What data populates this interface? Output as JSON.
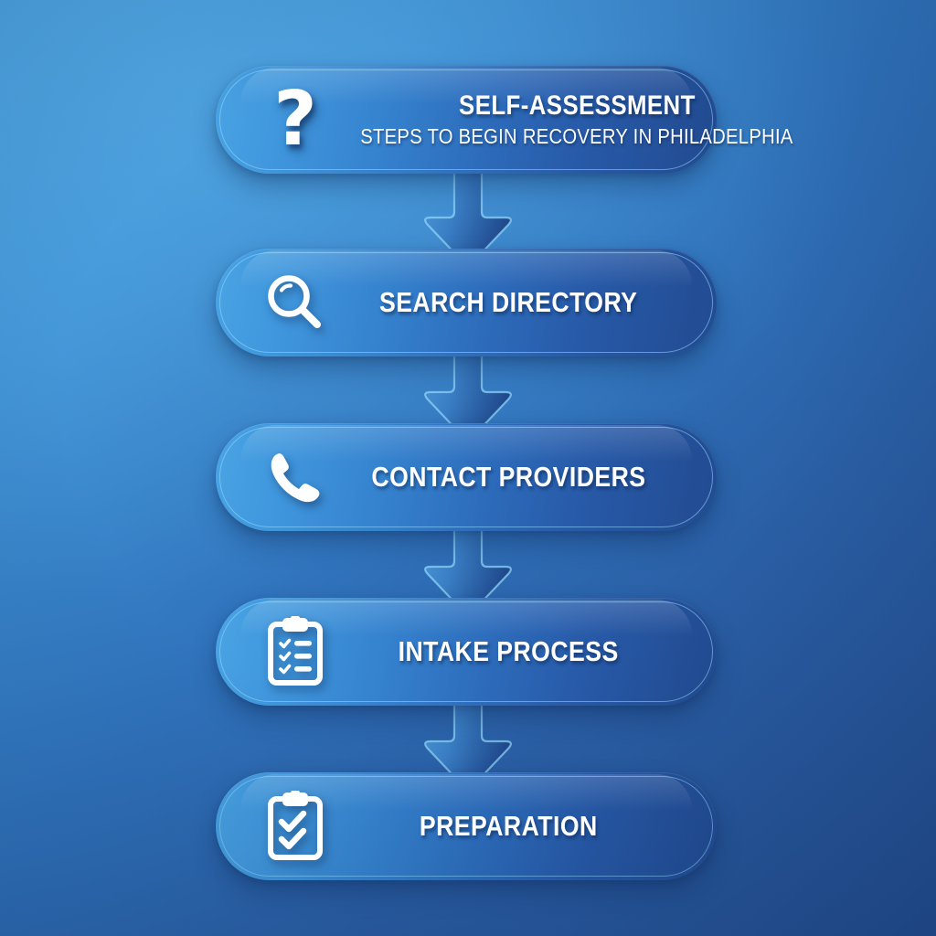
{
  "theme": {
    "background_top_left": "#46A0E0",
    "background_bottom_right": "#234C8E",
    "pill_light": "#49A4E4",
    "pill_dark": "#224B91",
    "outline": "#96DCFF",
    "text": "#FFFFFF"
  },
  "diagram": {
    "type": "vertical-flowchart",
    "orientation": "top-to-bottom",
    "step_count": 5,
    "connector": "down-arrow",
    "connector_count": 4
  },
  "steps": [
    {
      "index": 1,
      "icon": "question-mark-icon",
      "title": "SELF-ASSESSMENT",
      "subtitle": "STEPS TO BEGIN RECOVERY IN PHILADELPHIA"
    },
    {
      "index": 2,
      "icon": "magnifying-glass-icon",
      "title": "SEARCH DIRECTORY",
      "subtitle": ""
    },
    {
      "index": 3,
      "icon": "phone-handset-icon",
      "title": "CONTACT PROVIDERS",
      "subtitle": ""
    },
    {
      "index": 4,
      "icon": "clipboard-list-icon",
      "title": "INTAKE PROCESS",
      "subtitle": ""
    },
    {
      "index": 5,
      "icon": "clipboard-check-icon",
      "title": "PREPARATION",
      "subtitle": ""
    }
  ]
}
